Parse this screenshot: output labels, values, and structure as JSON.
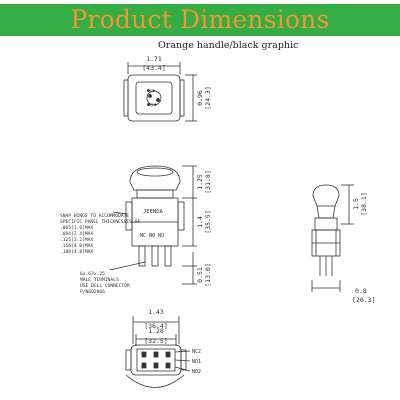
{
  "banner": {
    "title": "Product Dimensions",
    "background": "#34ad45",
    "title_color": "#f29630"
  },
  "note": "Orange handle/black graphic",
  "top_view": {
    "width_in": "1.71",
    "width_mm": "[43.4]",
    "height_in": "0.96",
    "height_mm": "[24.3]"
  },
  "front_view": {
    "handle_in": "1.25",
    "handle_mm": "[31.8]",
    "body_in": "1.4",
    "body_mm": "[35.5]",
    "terminal_in": "0.51",
    "terminal_mm": "[13.0]",
    "brand": "JEENDA",
    "snap_wings_note": [
      "SNAP WINGS TO ACCOMMODATE",
      "SPECIFIC PANEL THICKNESSES OF",
      ".065[1.6]MAX",
      ".094[2.4]MAX",
      ".125[3.2]MAX",
      ".156[4.0]MAX",
      ".188[4.8]MAX"
    ],
    "terminal_note": [
      "6x.63x.25",
      "MALE TERMINALS",
      "USE DELL CONNECTOR",
      "P/N602066"
    ]
  },
  "side_view": {
    "handle_in": "1.5",
    "handle_mm": "[38.1]",
    "depth_in": "0.8",
    "depth_mm": "[20.3]"
  },
  "bottom_view": {
    "outer_in": "1.43",
    "outer_mm": "[36.4]",
    "inner_in": "1.28",
    "inner_mm": "[32.5]",
    "terminal_labels": [
      "NC2",
      "NO1",
      "NO2"
    ]
  }
}
